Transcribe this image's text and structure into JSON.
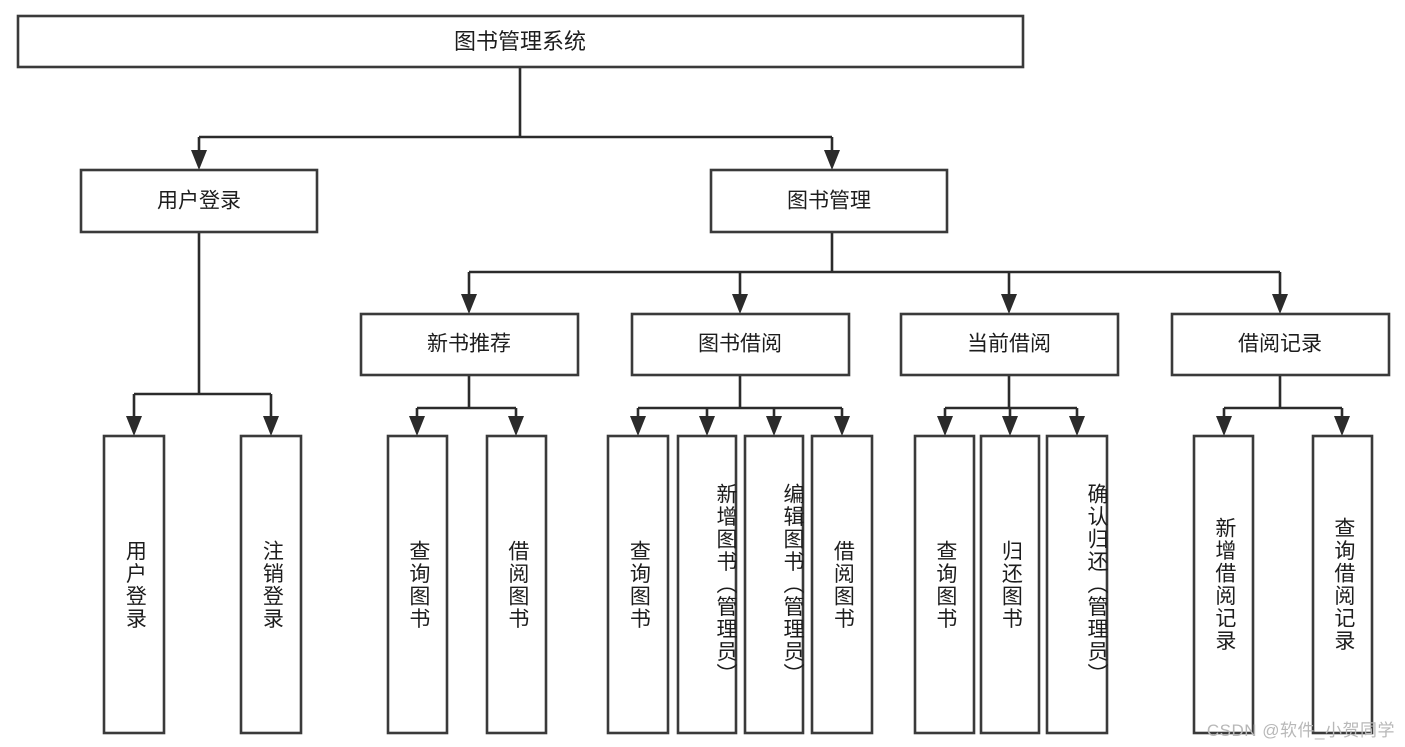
{
  "diagram": {
    "type": "tree-hierarchy",
    "title": "图书管理系统",
    "watermark": "CSDN @软件_小贺同学",
    "colors": {
      "box_stroke": "#3a3a3a",
      "connector": "#2b2b2b",
      "background": "#ffffff",
      "text": "#1d1d1d",
      "watermark": "#b8b8b8"
    },
    "root": {
      "label": "图书管理系统"
    },
    "level1": [
      {
        "label": "用户登录"
      },
      {
        "label": "图书管理"
      }
    ],
    "level2": [
      {
        "label": "新书推荐"
      },
      {
        "label": "图书借阅"
      },
      {
        "label": "当前借阅"
      },
      {
        "label": "借阅记录"
      }
    ],
    "leaves": {
      "user_login": [
        {
          "label": "用户登录"
        },
        {
          "label": "注销登录"
        }
      ],
      "new_book_recommend": [
        {
          "label": "查询图书"
        },
        {
          "label": "借阅图书"
        }
      ],
      "book_borrow": [
        {
          "label": "查询图书"
        },
        {
          "label": "新增图书（管理员）"
        },
        {
          "label": "编辑图书（管理员）"
        },
        {
          "label": "借阅图书"
        }
      ],
      "current_borrow": [
        {
          "label": "查询图书"
        },
        {
          "label": "归还图书"
        },
        {
          "label": "确认归还（管理员）"
        }
      ],
      "borrow_record": [
        {
          "label": "新增借阅记录"
        },
        {
          "label": "查询借阅记录"
        }
      ]
    }
  }
}
